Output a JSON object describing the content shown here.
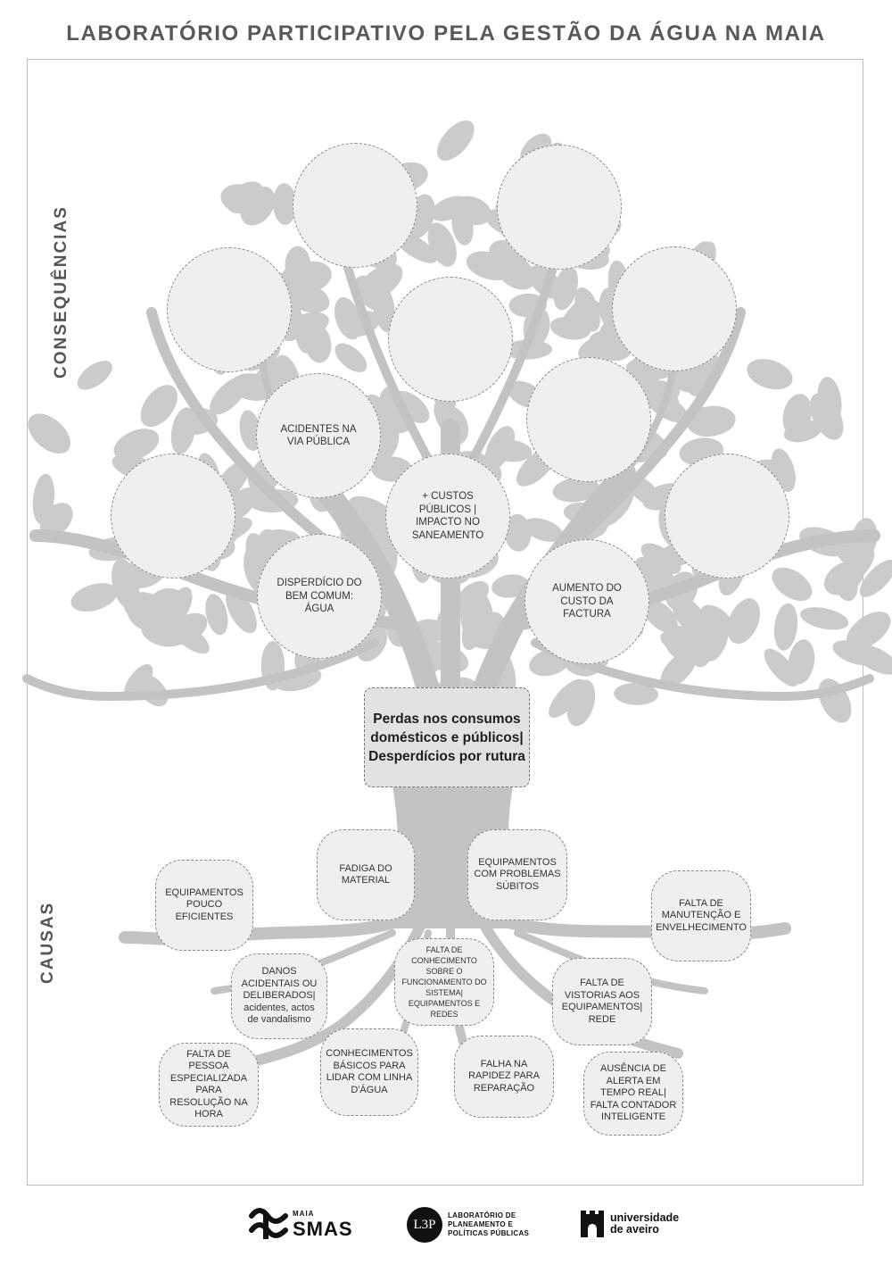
{
  "title": "LABORATÓRIO PARTICIPATIVO PELA GESTÃO DA ÁGUA NA MAIA",
  "labels": {
    "consequences": "CONSEQUÊNCIAS",
    "causes": "CAUSAS"
  },
  "problem": "Perdas nos consumos domésticos e públicos| Desperdícios por rutura",
  "consequences": [
    "",
    "",
    "",
    "",
    "",
    "ACIDENTES NA VIA PÚBLICA",
    "",
    "",
    "+ CUSTOS PÚBLICOS | IMPACTO NO SANEAMENTO",
    "",
    "DISPERDÍCIO DO BEM COMUM: ÁGUA",
    "AUMENTO DO CUSTO DA FACTURA"
  ],
  "causes": [
    "EQUIPAMENTOS POUCO EFICIENTES",
    "FADIGA DO MATERIAL",
    "EQUIPAMENTOS COM PROBLEMAS SÚBITOS",
    "FALTA DE MANUTENÇÃO E ENVELHECIMENTO",
    "DANOS ACIDENTAIS OU DELIBERADOS| acidentes, actos de vandalismo",
    "FALTA DE CONHECIMENTO SOBRE O FUNCIONAMENTO DO SISTEMA| EQUIPAMENTOS E REDES",
    "FALTA DE VISTORIAS AOS EQUIPAMENTOS| REDE",
    "FALTA DE PESSOA ESPECIALIZADA PARA RESOLUÇÃO NA HORA",
    "CONHECIMENTOS BÁSICOS PARA LIDAR COM LINHA D'ÁGUA",
    "FALHA NA RAPIDEZ PARA REPARAÇÃO",
    "AUSÊNCIA DE ALERTA EM TEMPO REAL| FALTA CONTADOR INTELIGENTE"
  ],
  "logos": {
    "smas_maia": "MAIA",
    "smas": "SMAS",
    "l3p_mark": "L3P",
    "l3p_name": "LABORATÓRIO DE PLANEAMENTO E POLÍTICAS PÚBLICAS",
    "ua_name": "universidade de aveiro"
  },
  "colors": {
    "tree": "#c6c6c6",
    "node_fill": "#efefef",
    "node_border": "#8a8a8a",
    "title": "#595959"
  }
}
